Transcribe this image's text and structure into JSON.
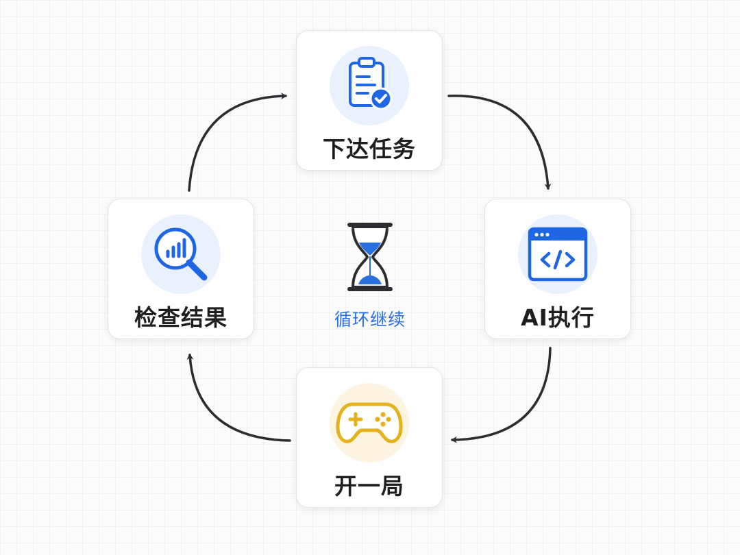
{
  "nodes": {
    "assign_task": {
      "label": "下达任务",
      "icon": "clipboard-check-icon"
    },
    "ai_execute": {
      "label": "AI执行",
      "icon": "code-window-icon"
    },
    "play_round": {
      "label": "开一局",
      "icon": "gamepad-icon"
    },
    "check_result": {
      "label": "检查结果",
      "icon": "magnifier-chart-icon"
    }
  },
  "center": {
    "label": "循环继续",
    "icon": "hourglass-icon"
  },
  "flow": [
    "assign_task",
    "ai_execute",
    "play_round",
    "check_result"
  ],
  "colors": {
    "accent_blue": "#2a6fe0",
    "icon_blue": "#1f66e5",
    "game_yellow": "#e5b21d",
    "arrow": "#2b2d31"
  }
}
